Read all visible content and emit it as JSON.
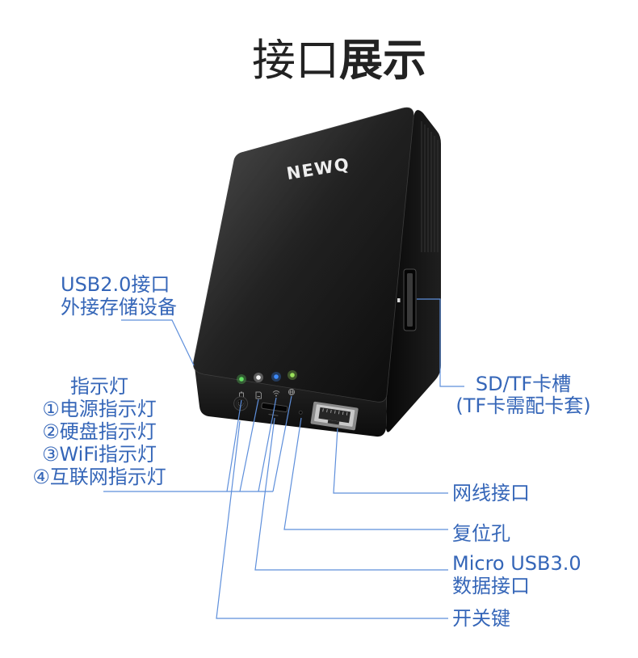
{
  "title": {
    "regular": "接口",
    "bold": "展示"
  },
  "device": {
    "logo": "NEWQ",
    "leds": [
      {
        "icon": "battery-icon",
        "color": "#63e063"
      },
      {
        "icon": "hdd-icon",
        "color": "#f4f4f4"
      },
      {
        "icon": "wifi-icon",
        "color": "#3d8bff"
      },
      {
        "icon": "globe-icon",
        "color": "#9be35a"
      }
    ]
  },
  "callouts": {
    "usb2": [
      "USB2.0接口",
      "外接存储设备"
    ],
    "indicators": {
      "heading": "指示灯",
      "items": [
        "①电源指示灯",
        "②硬盘指示灯",
        "③WiFi指示灯",
        "④互联网指示灯"
      ]
    },
    "card_slot": [
      "SD/TF卡槽",
      "(TF卡需配卡套)"
    ],
    "ethernet": "网线接口",
    "reset": "复位孔",
    "micro_usb": [
      "Micro USB3.0",
      "数据接口"
    ],
    "power": "开关键"
  },
  "colors": {
    "label": "#3566b8",
    "line": "#5e8fdb",
    "title": "#222222"
  }
}
